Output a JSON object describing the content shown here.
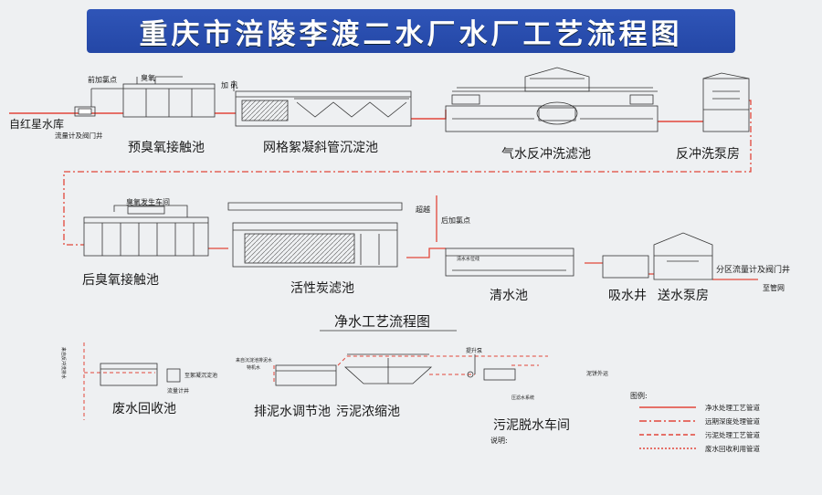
{
  "title": "重庆市涪陵李渡二水厂水厂工艺流程图",
  "row1": {
    "source": "自红星水库",
    "flowmeter": "流量计及阀门井",
    "pre_chlorine": "前加氯点",
    "ozone": "臭氧",
    "pre_ozone_tank": "预臭氧接触池",
    "alum": "加 矾",
    "sedimentation": "网格絮凝斜管沉淀池",
    "filter": "气水反冲洗滤池",
    "pump_house": "反冲洗泵房"
  },
  "row2": {
    "ozone_generator": "臭氧发生车间",
    "post_ozone_tank": "后臭氧接触池",
    "carbon_filter": "活性炭滤池",
    "overflow": "超越",
    "post_chlorine": "后加氯点",
    "clear_well": "清水池",
    "clear_well_inner": "清水水位线",
    "suction_well": "吸水井",
    "delivery_pump": "送水泵房",
    "district_meter": "分区流量计及阀门井",
    "to_network": "至管网"
  },
  "subtitle": "净水工艺流程图",
  "row3": {
    "waste_recovery": "废水回收池",
    "recovery_pipe": "来自反冲洗排水",
    "recovery_out": "至絮凝沉淀池",
    "flow_meter": "流量计井",
    "sludge_balance": "排泥水调节池",
    "sludge_balance_in": "来自沉淀池排泥水",
    "sludge_balance_in2": "特机水",
    "sludge_thicken": "污泥浓缩池",
    "sludge_dewater": "污泥脱水车间",
    "dewater_inner": "压滤水系统",
    "mud_out": "泥饼外运",
    "lift": "提升泵",
    "note": "说明:"
  },
  "legend": {
    "title": "图例:",
    "items": [
      {
        "label": "净水处理工艺管道",
        "color": "#e2463a",
        "style": "solid"
      },
      {
        "label": "远期深度处理管道",
        "color": "#e2463a",
        "style": "dashdot"
      },
      {
        "label": "污泥处理工艺管道",
        "color": "#e2463a",
        "style": "dashed"
      },
      {
        "label": "废水回收利用管道",
        "color": "#e2463a",
        "style": "dotted"
      }
    ]
  },
  "colors": {
    "banner": "#2a4fb0",
    "pipe": "#e2463a",
    "line": "#2a2a2a",
    "bg": "#eef0f2"
  }
}
